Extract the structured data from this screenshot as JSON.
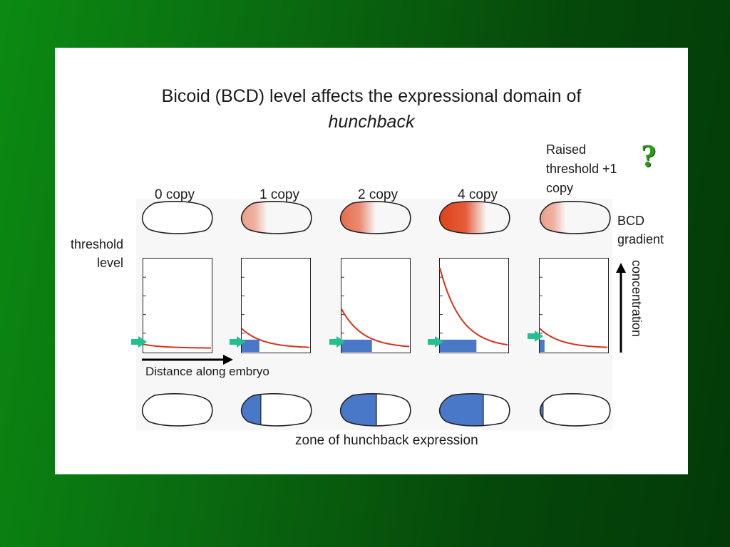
{
  "title": {
    "line1": "Bicoid (BCD) level affects the expressional domain of",
    "line2": "hunchback"
  },
  "labels": {
    "threshold_line1": "threshold",
    "threshold_line2": "level",
    "raised_line1": "Raised",
    "raised_line2": "threshold +1",
    "raised_line3": "copy",
    "question_mark": "?",
    "bcd_line1": "BCD",
    "bcd_line2": "gradient",
    "concentration": "concentration",
    "distance": "Distance along embryo",
    "zone": "zone of hunchback expression"
  },
  "columns": [
    {
      "label": "0 copy",
      "gradient_strength": 0,
      "curve_start": 0.08,
      "expression_fraction": 0
    },
    {
      "label": "1 copy",
      "gradient_strength": 0.45,
      "curve_start": 0.25,
      "expression_fraction": 0.29
    },
    {
      "label": "2 copy",
      "gradient_strength": 0.7,
      "curve_start": 0.46,
      "expression_fraction": 0.5
    },
    {
      "label": "4 copy",
      "gradient_strength": 1.0,
      "curve_start": 0.9,
      "expression_fraction": 0.6
    },
    {
      "label": "",
      "gradient_strength": 0.45,
      "curve_start": 0.25,
      "expression_fraction": 0.08
    }
  ],
  "threshold_level": 0.1,
  "colors": {
    "gradient": "#e0421a",
    "curve": "#d8321a",
    "expression": "#4a78c8",
    "arrow": "#22c090",
    "question": "#2a9a18"
  }
}
